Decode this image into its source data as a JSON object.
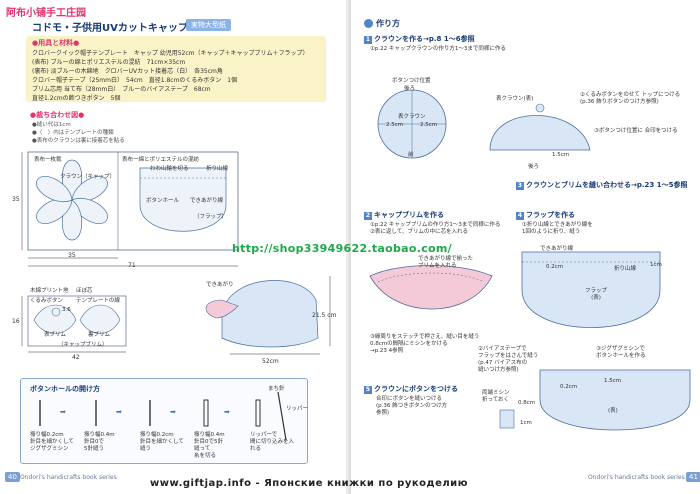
{
  "watermark": "阿布小铺手工庄园",
  "left": {
    "title": "コドモ・子供用UVカットキャップ",
    "badge": "実物大型紙",
    "materials": {
      "title": "●用具と材料●",
      "lines": [
        "クロバークイック帽子テンプレート　キャップ 幼児用52cm（キャップ＋キャップブリム＋フラップ）",
        "(表布) ブルーの綿とポリエステルの混紡　71cm×35cm",
        "(裏布) 淡ブルーの木綿地　クロバーUVカット接着芯（白）　各35cm角",
        "クロバー帽子テープ（25mm白）　54cm　直径1.8cmのくるみボタン　1個",
        "ブリム芯用 当て布（28mm白）　ブルーのバイアステープ　68cm",
        "直径1.2cmの飾つきボタン　5個"
      ]
    },
    "layout": {
      "title": "●裁ち合わせ図●",
      "notes": [
        "●縫い代は1cm",
        "●（　）内はテンプレートの種類",
        "●表布のクラウンは裏に接着芯を貼る"
      ],
      "fabric1_label": "表布一枚裁",
      "crown_label": "クラウン（キャップ）",
      "fabric2_label": "表布一綿とポリエステルの混紡",
      "fold_label": "わわ山輪を切る",
      "fold2_label": "折り山線",
      "button_label": "ボタンホール",
      "visor_label": "できあがり線",
      "flap_label": "（フラップ）",
      "dim_35": "35",
      "dim_35b": "35",
      "dim_71": "71",
      "brim_label": "木綿プリント地",
      "brim_core": "ほぼ芯",
      "cut_label": "くるみボタン",
      "template_label": "テンプレートの線",
      "dim_36": "3.6",
      "front_brim": "表ブリム",
      "back_brim": "裏ブリム",
      "cap_brim": "（キャップブリム）",
      "dim_16": "16",
      "dim_42": "42",
      "finished": "できあがり",
      "dim_215": "21.5 cm",
      "dim_52": "52cm"
    },
    "buttonhole": {
      "title": "ボタンホールの開け方",
      "steps": [
        "振り幅0.2cm\n針目を細かくしてジグザグミシン",
        "振り幅0.4m\n針目0で\n5針縫う",
        "振り幅0.2cm\n針目を細かくして縫う",
        "振り幅0.4m\n針目0で5針\n縫って\n糸を切る",
        "リッパーで\n間に切り込みを入れる"
      ],
      "tool_label": "まち針",
      "tool_label2": "リッパー"
    },
    "page_no": "40",
    "footer": "Ondori's handicrafts book series"
  },
  "right": {
    "heading": "作り方",
    "steps": [
      {
        "no": "1",
        "title": "クラウンを作る→p.8 1〜6参照",
        "text": "①p.22 キャップクラウンの作り方1〜3まで同様に作る",
        "labels": [
          "ボタンつけ位置",
          "後ろ",
          "表クラウン",
          "2.5cm",
          "2.5cm",
          "前",
          "表クラウン(表)",
          "②くるみボタンをのせて\nトップにつける\n(p.36 飾りボタンのつけ方参照)",
          "③ボタンつけ位置に\n合印をつける",
          "1.5cm",
          "後ろ"
        ]
      },
      {
        "no": "3",
        "title": "クラウンとブリムを縫い合わせる→p.23 1〜5参照",
        "text": ""
      },
      {
        "no": "2",
        "title": "キャップブリムを作る",
        "text": "①p.22 キャップブリムの作り方1〜3まで同様に作る\n②表に返して、ブリムの中に芯を入れる",
        "labels": [
          "できあがり線で揃った\nブリムを入れる",
          "③縁周りをステッチで押さえ、縫い目を縫う\n0.8cmの間隔にミシンをかける\n→p.23 4参照"
        ]
      },
      {
        "no": "4",
        "title": "フラップを作る",
        "text": "①折り山線とできあがり線を\n1回のように折り、縫う",
        "labels": [
          "できあがり線",
          "折り山線",
          "0.2cm",
          "1cm",
          "フラップ\n(表)",
          "②バイアステープで\nフラップをはさんで縫う\n(p.47 バイアス布の\n縫いつけ方参照)",
          "③ジグザグミシンで\nボタンホールを作る",
          "1.5cm",
          "0.2cm",
          "0.8cm",
          "(表)",
          "両端ミシン\n折っておく",
          "1cm"
        ]
      },
      {
        "no": "5",
        "title": "クラウンにボタンをつける",
        "text": "合印にボタンを縫いつける\n(p.36 飾つきボタンのつけ方\n参照)"
      }
    ],
    "page_no": "41",
    "footer": "Ondori's handicrafts book series"
  },
  "overlay": {
    "shop": "http://shop33949622.taobao.com/",
    "site": "www.giftjap.info - Японские книжки по рукоделию"
  }
}
